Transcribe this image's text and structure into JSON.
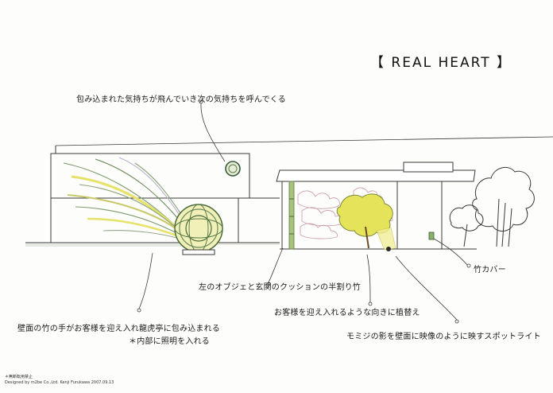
{
  "title": "【 REAL HEART 】",
  "annotations": {
    "top": "包み込まれた気持ちが飛んでいき次の気持ちを呼んでくる",
    "bamboo_half": "左のオブジェと玄関のクッションの半割り竹",
    "planting": "お客様を迎え入れるような向きに植替え",
    "wall_bamboo": "壁面の竹の手がお客様を迎え入れ龍虎亭に包み込まれる",
    "lighting": "＊内部に照明を入れる",
    "spotlight": "モミジの影を壁面に映像のように映すスポットライト",
    "bamboo_cover": "竹カバー"
  },
  "footer": {
    "notice": "＊無断転用禁止",
    "credit": "Designed by m2be Co.,Ltd. Kenji Furukawa 2007.09.13"
  },
  "colors": {
    "line": "#3a3a3a",
    "bamboo_yellow": "#e6e26a",
    "bamboo_green": "#7a9a6a",
    "foliage": "#d8d64a",
    "cloud": "#c99aa8",
    "orb_green": "#4a6a3a"
  }
}
